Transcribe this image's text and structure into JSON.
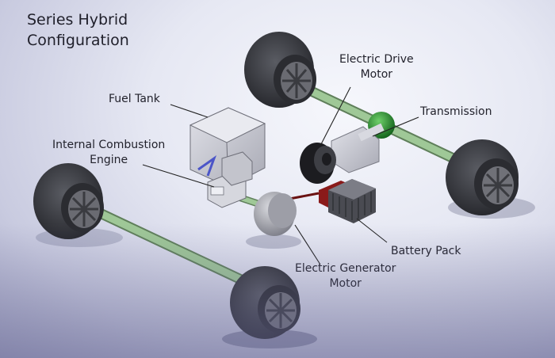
{
  "title": {
    "line1": "Series Hybrid",
    "line2": "Configuration"
  },
  "labels": {
    "fuel_tank": "Fuel Tank",
    "ice_line1": "Internal Combustion",
    "ice_line2": "Engine",
    "drive_motor_line1": "Electric Drive",
    "drive_motor_line2": "Motor",
    "transmission": "Transmission",
    "battery_pack": "Battery Pack",
    "generator_line1": "Electric Generator",
    "generator_line2": "Motor"
  },
  "colors": {
    "axle_green": "#8fb88a",
    "transmission_green": "#1f8a2a",
    "tire_dark": "#3a3c42",
    "component_gray": "#c9cad2",
    "battery_red": "#8a1a1a",
    "leader_line": "#222222"
  },
  "icons": [
    "wheel-front-left-icon",
    "wheel-front-right-icon",
    "wheel-rear-left-icon",
    "wheel-rear-right-icon"
  ]
}
